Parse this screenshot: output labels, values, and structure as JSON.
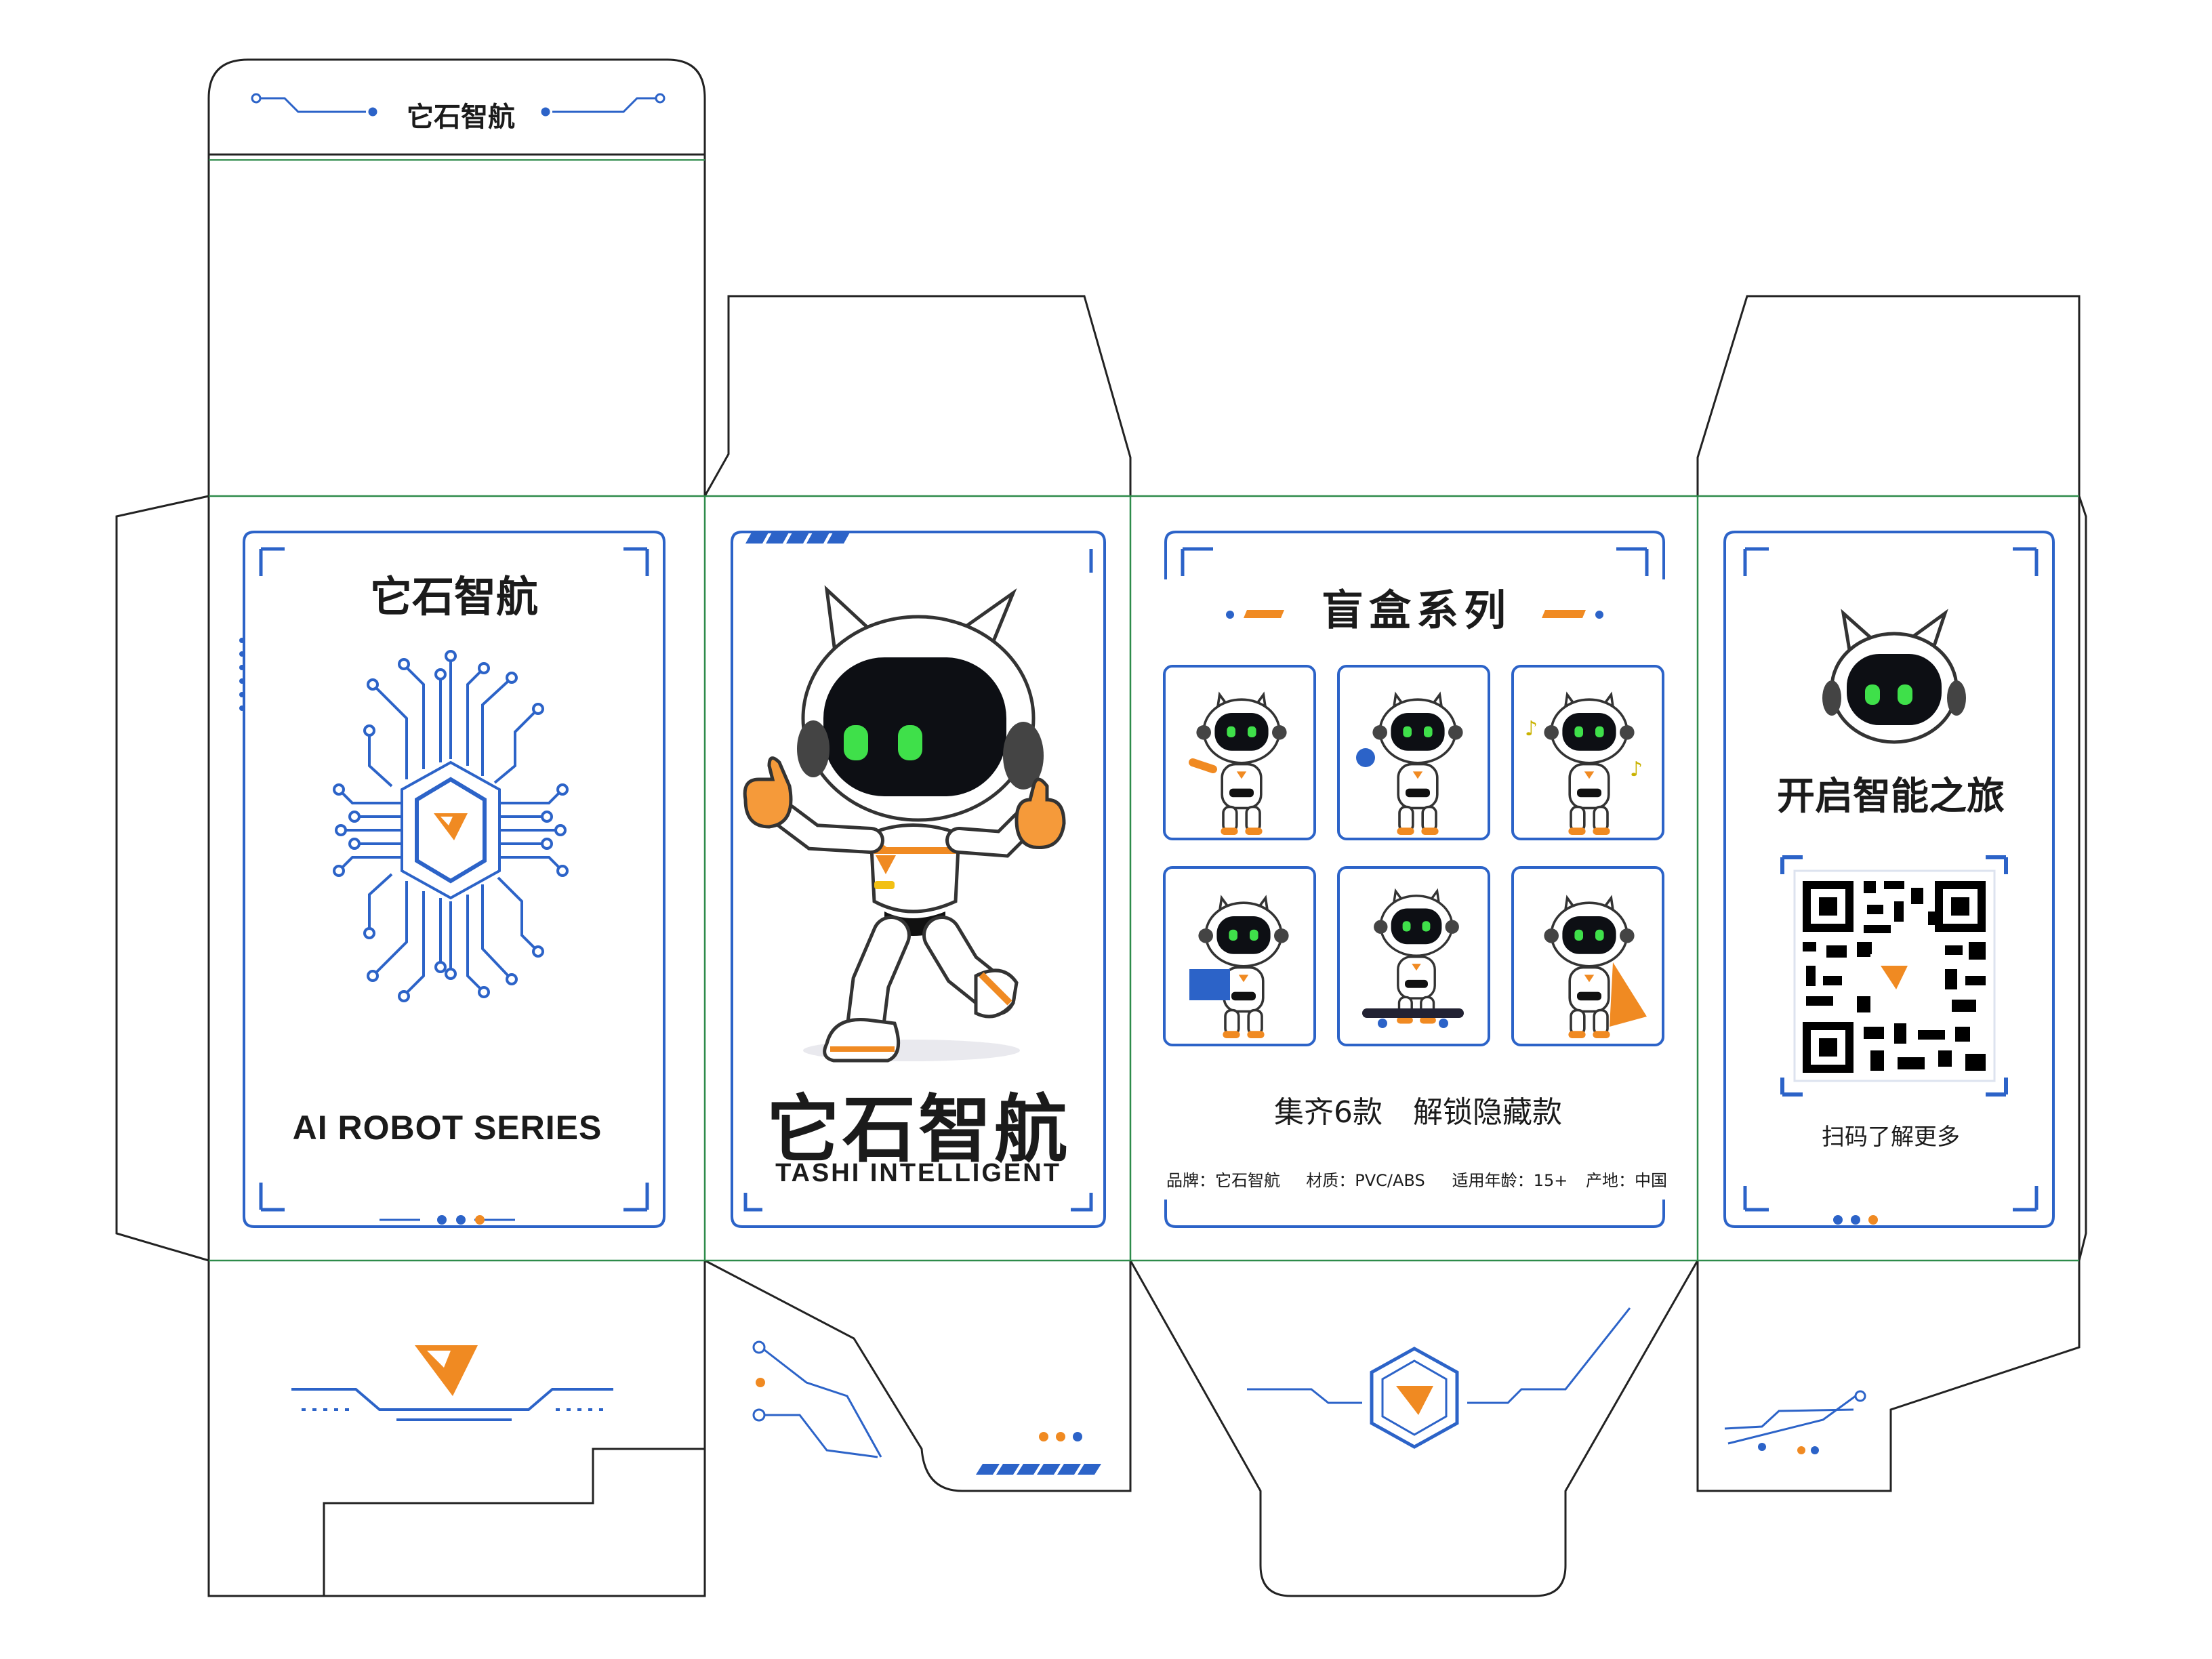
{
  "brand": {
    "name_cn": "它石智航",
    "name_en": "TASHI INTELLIGENT"
  },
  "top_flap": {
    "title": "它石智航"
  },
  "left_panel": {
    "title": "它石智航",
    "subtitle": "AI ROBOT SERIES",
    "icon": "circuit-chip-logo-icon"
  },
  "front_panel": {
    "title": "它石智航",
    "subtitle": "TASHI INTELLIGENT",
    "icon": "robot-mascot-thumbs-up"
  },
  "series_panel": {
    "heading": "盲盒系列",
    "figures": [
      {
        "name": "robot-waving-icon"
      },
      {
        "name": "robot-holding-orb-icon"
      },
      {
        "name": "robot-music-notes-icon"
      },
      {
        "name": "robot-reading-book-icon"
      },
      {
        "name": "robot-skateboard-icon"
      },
      {
        "name": "robot-cape-icon"
      }
    ],
    "tagline_a": "集齐6款",
    "tagline_b": "解锁隐藏款",
    "spec_brand": "品牌：它石智航",
    "spec_material": "材质：PVC/ABS",
    "spec_age": "适用年龄：15+",
    "spec_origin": "产地：中国"
  },
  "back_panel": {
    "heading": "开启智能之旅",
    "qr_caption": "扫码了解更多",
    "icon": "robot-head-icon"
  },
  "colors": {
    "blue": "#2c63c8",
    "orange": "#f08a22",
    "green_fold": "#2e8b4a",
    "outline": "#222222",
    "screen": "#0d0f14",
    "eye": "#3fe04a"
  }
}
